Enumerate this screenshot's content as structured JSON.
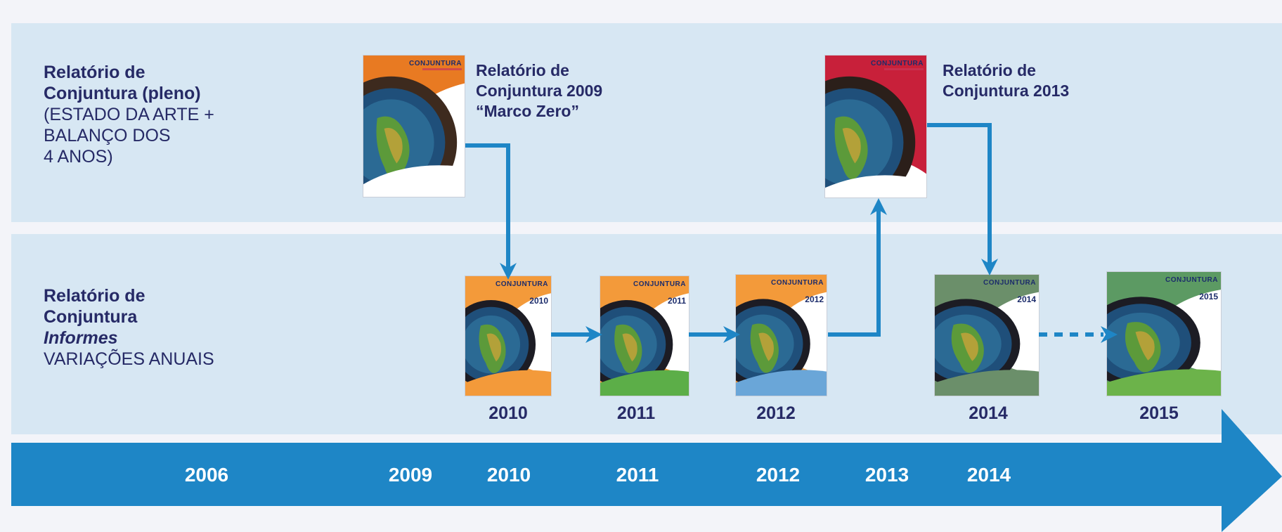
{
  "rows": {
    "full_report": {
      "title_line1": "Relatório de",
      "title_line2": "Conjuntura (pleno)",
      "detail_line1": "(ESTADO DA ARTE +",
      "detail_line2": "BALANÇO DOS",
      "detail_line3": "4 ANOS)"
    },
    "informes": {
      "title_line1": "Relatório de",
      "title_line2": "Conjuntura",
      "emphasis": "Informes",
      "detail": "VARIAÇÕES ANUAIS"
    }
  },
  "reports": {
    "r2009": {
      "line1": "Relatório de",
      "line2": "Conjuntura 2009",
      "line3": "“Marco Zero”",
      "cover_title": "CONJUNTURA",
      "cover_color": "#e87a22"
    },
    "r2013": {
      "line1": "Relatório de",
      "line2": "Conjuntura 2013",
      "cover_title": "CONJUNTURA",
      "cover_color": "#c8203a"
    }
  },
  "informes": [
    {
      "year": "2010",
      "cover_title": "CONJUNTURA",
      "edition": "2010",
      "cover_color": "#f39a3a",
      "accent": "#f39a3a"
    },
    {
      "year": "2011",
      "cover_title": "CONJUNTURA",
      "edition": "2011",
      "cover_color": "#f39a3a",
      "accent": "#5cae48"
    },
    {
      "year": "2012",
      "cover_title": "CONJUNTURA",
      "edition": "2012",
      "cover_color": "#f39a3a",
      "accent": "#6aa6d8"
    },
    {
      "year": "2014",
      "cover_title": "CONJUNTURA",
      "edition": "2014",
      "cover_color": "#6b8f6a",
      "accent": "#6b8f6a"
    },
    {
      "year": "2015",
      "cover_title": "CONJUNTURA",
      "edition": "2015",
      "cover_color": "#5c9a63",
      "accent": "#6cb34a"
    }
  ],
  "timeline": {
    "years": [
      "2006",
      "2009",
      "2010",
      "2011",
      "2012",
      "2013",
      "2014"
    ],
    "color": "#1e86c6"
  },
  "colors": {
    "band": "#d7e7f3",
    "text": "#262a66",
    "arrow": "#1e86c6"
  }
}
